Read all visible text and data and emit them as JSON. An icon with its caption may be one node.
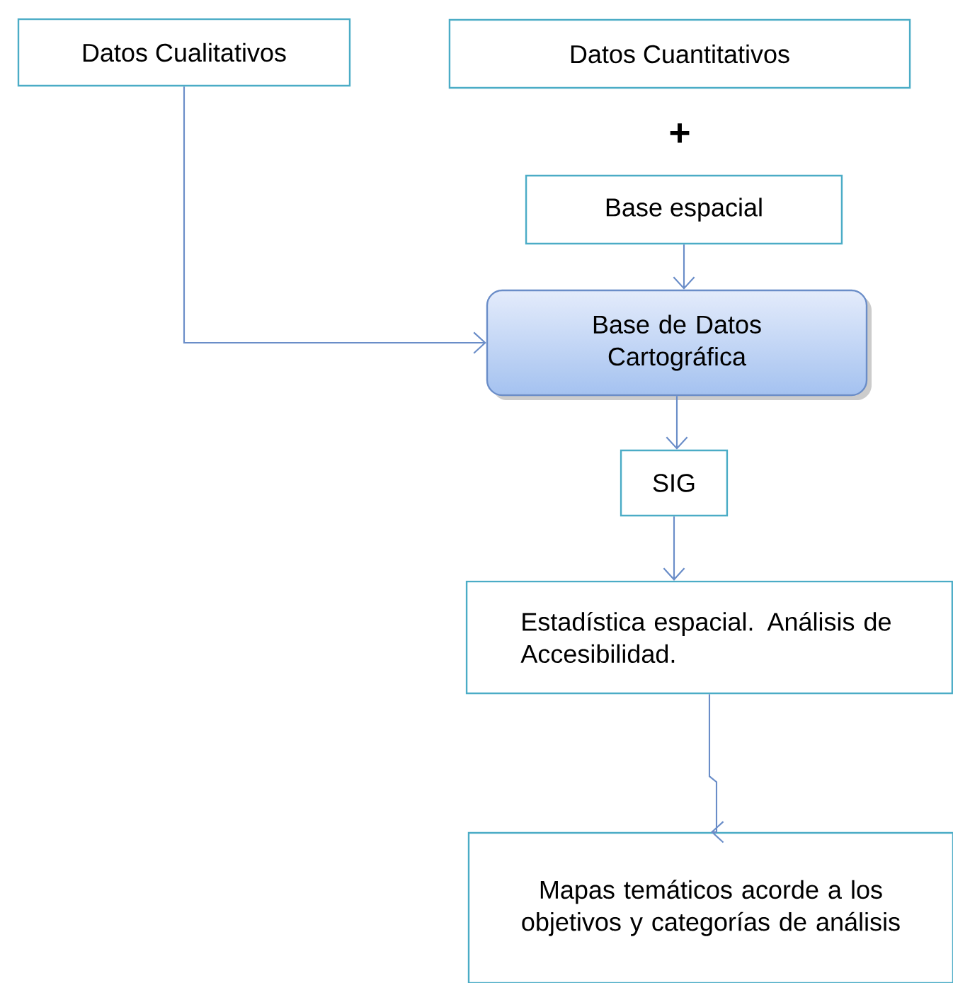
{
  "diagram": {
    "nodes": [
      {
        "text": [
          "Datos Cualitativos"
        ]
      },
      {
        "text": [
          "Datos Cuantitativos"
        ]
      },
      {
        "text": [
          "Base espacial"
        ]
      },
      {
        "text": [
          "Base de Datos Cartográfica"
        ]
      },
      {
        "text": [
          "SIG"
        ]
      },
      {
        "text": [
          "Estadística espacial. Análisis de Accesibilidad."
        ]
      },
      {
        "text": [
          "Mapas temáticos acorde a los objetivos y categorías de análisis"
        ]
      }
    ],
    "edges": [
      {
        "from": 0,
        "to": 3,
        "arrow": "to"
      },
      {
        "from": 2,
        "to": 3,
        "arrow": "to"
      },
      {
        "from": 3,
        "to": 4,
        "arrow": "to"
      },
      {
        "from": 4,
        "to": 5,
        "arrow": "to"
      },
      {
        "from": 5,
        "to": 6,
        "arrow": "to"
      }
    ],
    "labels": [
      "+"
    ]
  }
}
